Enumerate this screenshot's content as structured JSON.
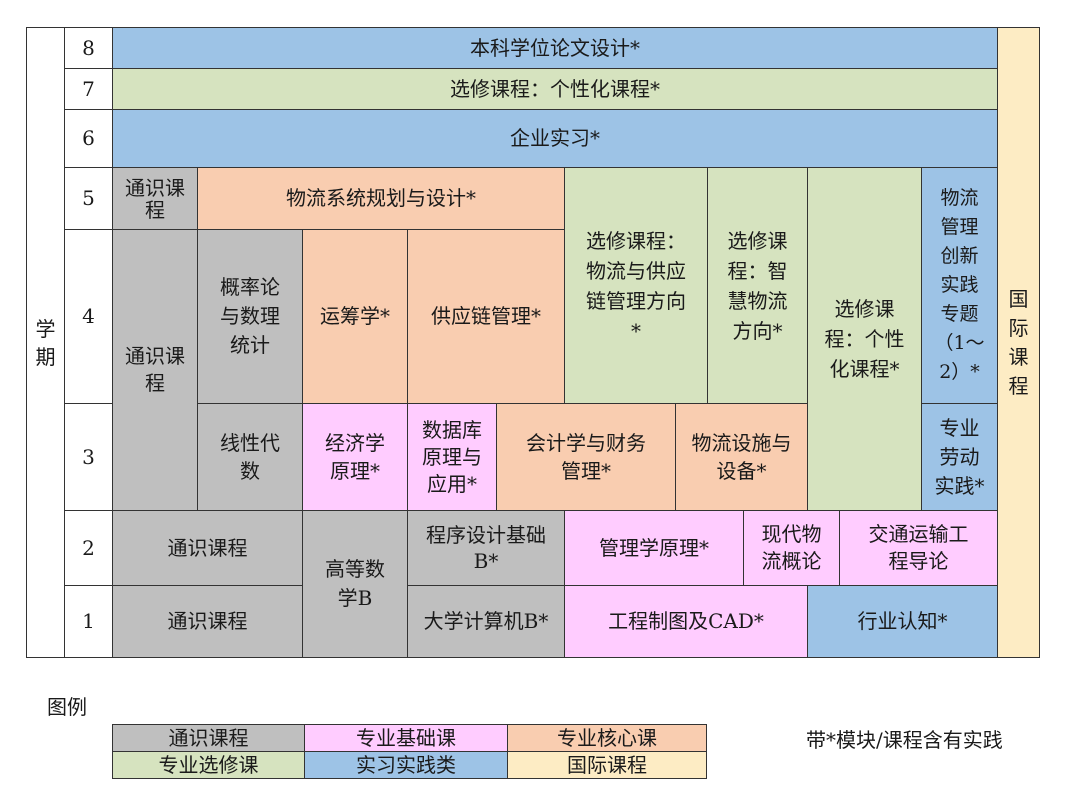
{
  "semester_label": "学\n期",
  "intl_label": "国\n际\n课\n程",
  "semesters": [
    "1",
    "2",
    "3",
    "4",
    "5",
    "6",
    "7",
    "8"
  ],
  "row8": "本科学位论文设计*",
  "row7": "选修课程：个性化课程*",
  "row6": "企业实习*",
  "courses": {
    "gen5": "通识课\n程",
    "logistics_planning": "物流系统规划与设计*",
    "gen34": "通识课\n程",
    "probability": "概率论\n与数理\n统计",
    "operations_research": "运筹学*",
    "supply_chain": "供应链管理*",
    "elective_supply_chain": "选修课程：\n物流与供应\n链管理方向\n*",
    "elective_smart": "选修课\n程：智\n慧物流\n方向*",
    "elective_personal": "选修课\n程：个性\n化课程*",
    "innovation": "物流\n管理\n创新\n实践\n专题\n（1～\n2）*",
    "linear_algebra": "线性代\n数",
    "economics": "经济学\n原理*",
    "database": "数据库\n原理与\n应用*",
    "accounting": "会计学与财务\n管理*",
    "facilities": "物流设施与\n设备*",
    "labor": "专业\n劳动\n实践*",
    "gen2": "通识课程",
    "calculus": "高等数\n学B",
    "programming": "程序设计基础\nB*",
    "management": "管理学原理*",
    "modern_logistics": "现代物\n流概论",
    "transport": "交通运输工\n程导论",
    "gen1": "通识课程",
    "computer": "大学计算机B*",
    "cad": "工程制图及CAD*",
    "industry": "行业认知*"
  },
  "legend": {
    "title": "图例",
    "general": "通识课程",
    "basic": "专业基础课",
    "core": "专业核心课",
    "elective": "专业选修课",
    "practice": "实习实践类",
    "international": "国际课程",
    "note": "带*模块/课程含有实践"
  },
  "colors": {
    "general": "#bfbfbf",
    "basic": "#ffccff",
    "core": "#f9cdb0",
    "elective": "#d6e3bf",
    "practice": "#9dc3e6",
    "international": "#fdecc4"
  }
}
